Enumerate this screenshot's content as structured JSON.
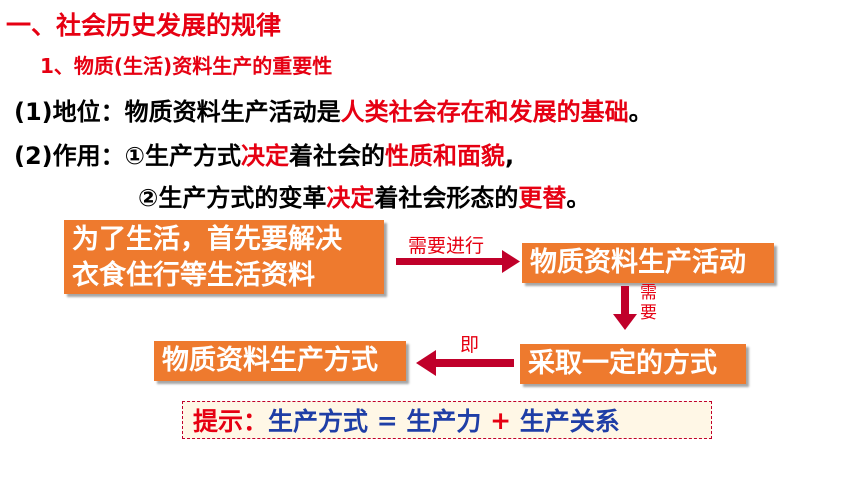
{
  "heading": {
    "title": "一、社会历史发展的规律",
    "subtitle": "1、物质(生活)资料生产的重要性"
  },
  "lines": {
    "position": {
      "prefix": "(1)地位：物质资料生产活动是",
      "highlight": "人类社会存在和发展的基础",
      "suffix": "。"
    },
    "role1": {
      "prefix": "(2)作用：①生产方式",
      "verb": "决定",
      "middle": "着社会的",
      "highlight": "性质和面貌",
      "suffix": ","
    },
    "role2": {
      "prefix": "②生产方式的变革",
      "verb": "决定",
      "middle": "着社会形态的",
      "highlight": "更替",
      "suffix": "。"
    }
  },
  "flow": {
    "box_need": "为了生活，首先要解决衣食住行等生活资料",
    "box_need_line1": "为了生活，首先要解决",
    "box_need_line2": "衣食住行等生活资料",
    "label_need_do": "需要进行",
    "box_activity": "物质资料生产活动",
    "label_need": "需要",
    "label_need_1": "需",
    "label_need_2": "要",
    "box_way": "采取一定的方式",
    "label_is": "即",
    "box_mode": "物质资料生产方式"
  },
  "hint": {
    "label": "提示：",
    "term1": "生产方式",
    "eq": " = ",
    "term2": "生产力",
    "plus": " + ",
    "term3": "生产关系"
  },
  "colors": {
    "accent_red": "#e60012",
    "box_orange": "#ee7a2e",
    "arrow_red": "#c0002a",
    "text_blue": "#1f3ea6"
  }
}
